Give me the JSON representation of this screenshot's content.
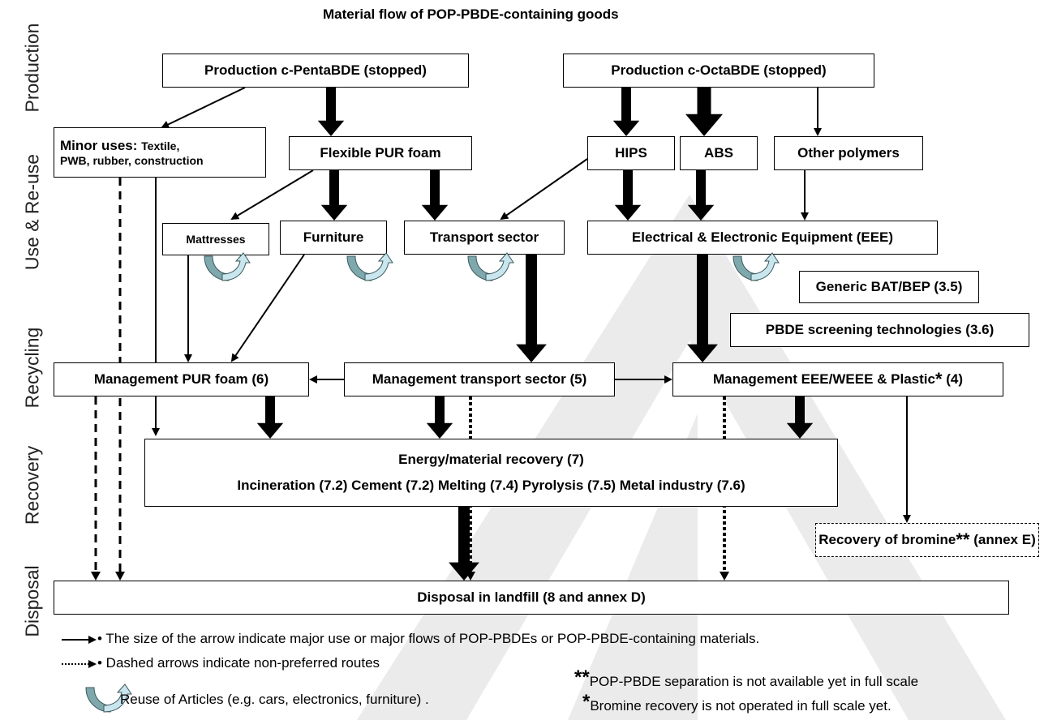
{
  "title": "Material flow of POP-PBDE-containing goods",
  "stages": {
    "production": "Production",
    "use_reuse": "Use & Re-use",
    "recycling": "Recycling",
    "recovery": "Recovery",
    "disposal": "Disposal"
  },
  "boxes": {
    "prod_penta": "Production c-PentaBDE (stopped)",
    "prod_octa": "Production c-OctaBDE (stopped)",
    "minor_uses_main": "Minor uses:",
    "minor_uses_detail1": "Textile,",
    "minor_uses_detail2": "PWB, rubber, construction",
    "flexible_pur": "Flexible PUR foam",
    "hips": "HIPS",
    "abs": "ABS",
    "other_polymers": "Other polymers",
    "mattresses": "Mattresses",
    "furniture": "Furniture",
    "transport_sector": "Transport sector",
    "eee": "Electrical & Electronic Equipment (EEE)",
    "generic_bat": "Generic BAT/BEP (3.5)",
    "pbde_screening": "PBDE screening technologies (3.6)",
    "mgmt_pur": "Management PUR foam (6)",
    "mgmt_transport": "Management transport sector  (5)",
    "mgmt_eee": "Management EEE/WEEE & Plastic",
    "mgmt_eee_mark": "*",
    "mgmt_eee_ref": "(4)",
    "energy_title": "Energy/material recovery (7)",
    "energy_detail": "Incineration (7.2)  Cement (7.2) Melting (7.4) Pyrolysis (7.5) Metal industry (7.6)",
    "bromine": "Recovery of bromine",
    "bromine_mark": "**",
    "bromine_ref": "(annex E)",
    "landfill": "Disposal in landfill (8 and annex D)"
  },
  "legend": {
    "solid_arrow": "• The size of the arrow indicate major use or major flows of POP-PBDEs or POP-PBDE-containing materials.",
    "dashed_arrow": "• Dashed arrows indicate non-preferred routes",
    "reuse": "Reuse of Articles (e.g. cars, electronics, furniture) ."
  },
  "notes": {
    "double_star_mark": "**",
    "double_star_text": "POP-PBDE separation is not available yet in full scale",
    "single_star_mark": "*",
    "single_star_text": "Bromine recovery is not operated in full scale yet."
  },
  "colors": {
    "reuse_dark": "#7fa8ad",
    "reuse_light": "#c9e6ee",
    "watermark": "#ebebeb"
  }
}
